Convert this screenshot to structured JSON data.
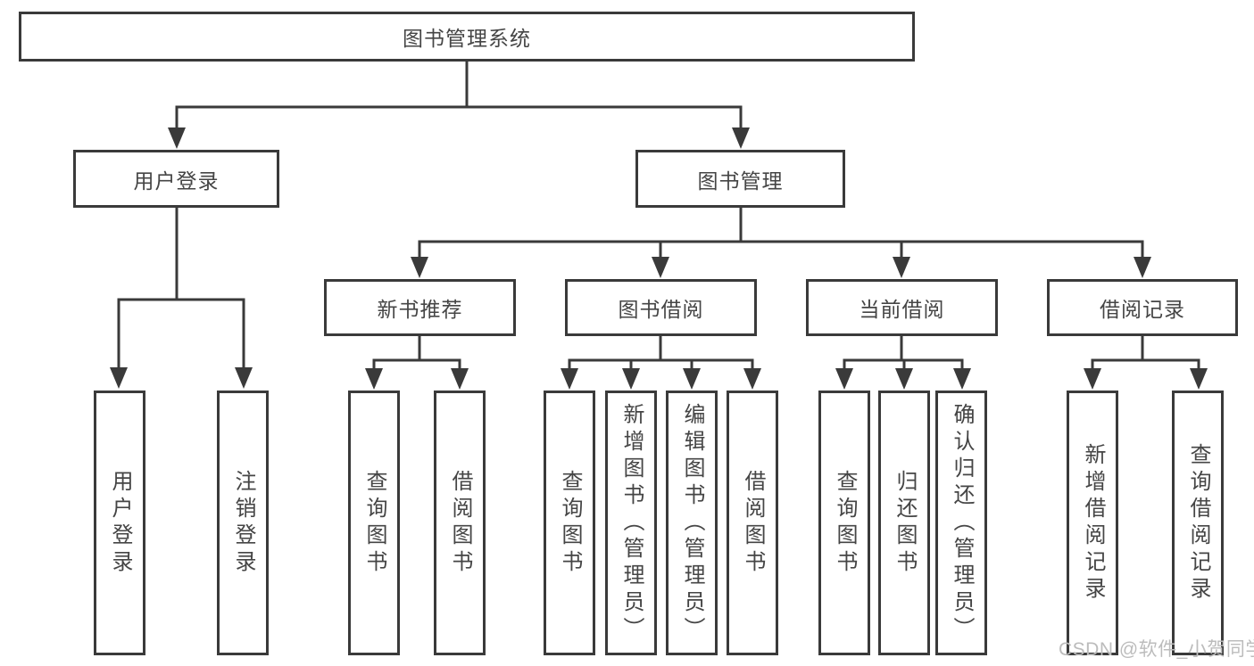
{
  "tree": {
    "root": "图书管理系统",
    "branches": [
      {
        "label": "用户登录",
        "children": [
          {
            "label": "用户登录"
          },
          {
            "label": "注销登录"
          }
        ]
      },
      {
        "label": "图书管理",
        "sections": [
          {
            "label": "新书推荐",
            "children": [
              {
                "label": "查询图书"
              },
              {
                "label": "借阅图书"
              }
            ]
          },
          {
            "label": "图书借阅",
            "children": [
              {
                "label": "查询图书"
              },
              {
                "label": "新增图书（管理员）"
              },
              {
                "label": "编辑图书（管理员）"
              },
              {
                "label": "借阅图书"
              }
            ]
          },
          {
            "label": "当前借阅",
            "children": [
              {
                "label": "查询图书"
              },
              {
                "label": "归还图书"
              },
              {
                "label": "确认归还（管理员）"
              }
            ]
          },
          {
            "label": "借阅记录",
            "children": [
              {
                "label": "新增借阅记录"
              },
              {
                "label": "查询借阅记录"
              }
            ]
          }
        ]
      }
    ]
  },
  "watermark": "CSDN @软件_小贺同学",
  "colors": {
    "line": "#3a3a3a",
    "text": "#454545",
    "watermark": "#bcbcbc",
    "background": "#ffffff"
  }
}
